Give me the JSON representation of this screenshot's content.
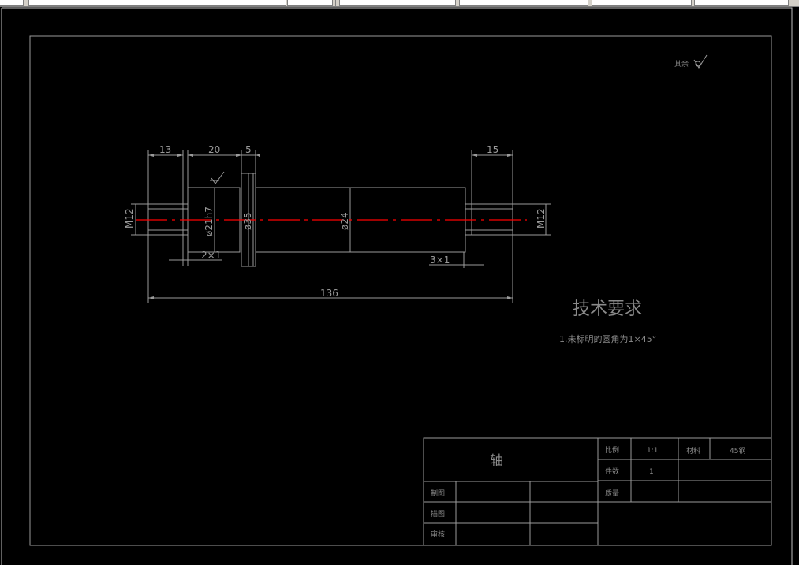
{
  "drawing": {
    "dimensions": {
      "d13": "13",
      "d20": "20",
      "d5": "5",
      "d15": "15",
      "d136": "136",
      "m12_left": "M12",
      "m12_right": "M12",
      "dia21": "ø21h7",
      "dia35": "ø35",
      "dia24": "ø24",
      "ch_2x1": "2×1",
      "ch_3x1": "3×1"
    },
    "roughness_label": "其余",
    "tech_title": "技术要求",
    "tech_note": "1.未标明的圆角为1×45°"
  },
  "title_block": {
    "part_name": "轴",
    "scale_label": "比例",
    "scale_value": "1:1",
    "material_label": "材料",
    "material_value": "45钢",
    "quantity_label": "件数",
    "quantity_value": "1",
    "mass_label": "质量",
    "drawn_label": "制图",
    "traced_label": "描图",
    "checked_label": "审核"
  },
  "colors": {
    "background": "#000000",
    "line": "#9a9a9a",
    "centerline": "#ff0000",
    "text": "#8a8a8a"
  }
}
